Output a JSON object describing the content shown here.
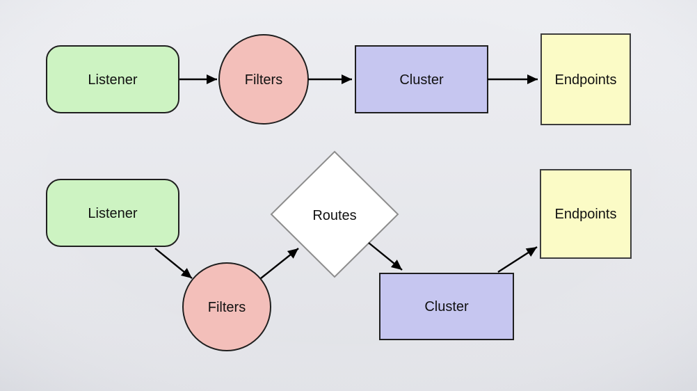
{
  "diagram_type": "flow",
  "flows": [
    {
      "name": "top-flow",
      "nodes": [
        {
          "id": "listener",
          "label": "Listener",
          "shape": "rounded-rectangle",
          "fill": "#cdf3c2",
          "stroke": "#1f1f1f"
        },
        {
          "id": "filters",
          "label": "Filters",
          "shape": "circle",
          "fill": "#f3bfba",
          "stroke": "#1f1f1f"
        },
        {
          "id": "cluster",
          "label": "Cluster",
          "shape": "rectangle",
          "fill": "#c6c6f0",
          "stroke": "#1f1f1f"
        },
        {
          "id": "endpoints",
          "label": "Endpoints",
          "shape": "square",
          "fill": "#fbfbc6",
          "stroke": "#3d3d3d"
        }
      ],
      "edges": [
        {
          "from": "listener",
          "to": "filters"
        },
        {
          "from": "filters",
          "to": "cluster"
        },
        {
          "from": "cluster",
          "to": "endpoints"
        }
      ]
    },
    {
      "name": "bottom-flow",
      "nodes": [
        {
          "id": "listener",
          "label": "Listener",
          "shape": "rounded-rectangle",
          "fill": "#cdf3c2",
          "stroke": "#1f1f1f"
        },
        {
          "id": "filters",
          "label": "Filters",
          "shape": "circle",
          "fill": "#f3bfba",
          "stroke": "#1f1f1f"
        },
        {
          "id": "routes",
          "label": "Routes",
          "shape": "diamond",
          "fill": "#ffffff",
          "stroke": "#8d8d8d"
        },
        {
          "id": "cluster",
          "label": "Cluster",
          "shape": "rectangle",
          "fill": "#c6c6f0",
          "stroke": "#1f1f1f"
        },
        {
          "id": "endpoints",
          "label": "Endpoints",
          "shape": "square",
          "fill": "#fbfbc6",
          "stroke": "#3d3d3d"
        }
      ],
      "edges": [
        {
          "from": "listener",
          "to": "filters"
        },
        {
          "from": "filters",
          "to": "routes"
        },
        {
          "from": "routes",
          "to": "cluster"
        },
        {
          "from": "cluster",
          "to": "endpoints"
        }
      ]
    }
  ],
  "colors": {
    "arrow": "#000000",
    "text": "#111111",
    "background_top": "#edeef2",
    "background_bottom": "#e1e2e7",
    "vignette": "#c9ccd4"
  }
}
